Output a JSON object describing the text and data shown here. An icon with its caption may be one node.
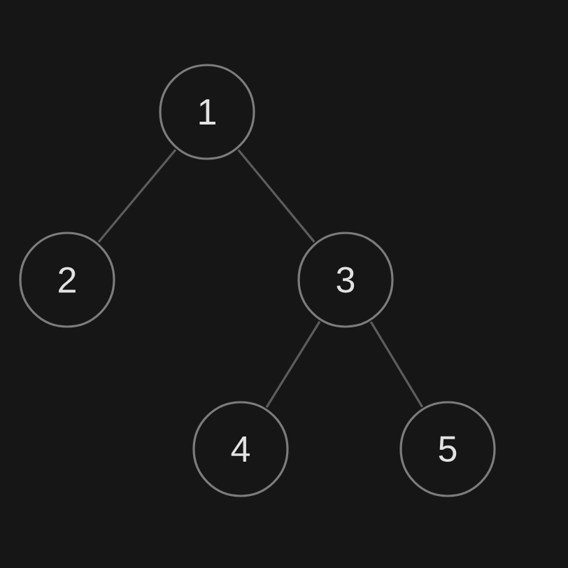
{
  "diagram": {
    "nodes": [
      {
        "text": [
          "1"
        ]
      },
      {
        "text": [
          "2"
        ]
      },
      {
        "text": [
          "3"
        ]
      },
      {
        "text": [
          "4"
        ]
      },
      {
        "text": [
          "5"
        ]
      }
    ],
    "edges": [
      {
        "from": 0,
        "to": 1,
        "arrow": "none"
      },
      {
        "from": 0,
        "to": 2,
        "arrow": "none"
      },
      {
        "from": 2,
        "to": 3,
        "arrow": "none"
      },
      {
        "from": 2,
        "to": 4,
        "arrow": "none"
      }
    ]
  }
}
